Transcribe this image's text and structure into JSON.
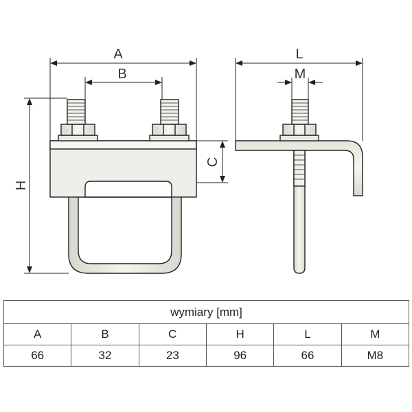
{
  "drawing": {
    "labels": {
      "A": "A",
      "B": "B",
      "C": "C",
      "H": "H",
      "L": "L",
      "M": "M"
    }
  },
  "table": {
    "title": "wymiary [mm]",
    "headers": [
      "A",
      "B",
      "C",
      "H",
      "L",
      "M"
    ],
    "values": [
      "66",
      "32",
      "23",
      "96",
      "66",
      "M8"
    ]
  }
}
